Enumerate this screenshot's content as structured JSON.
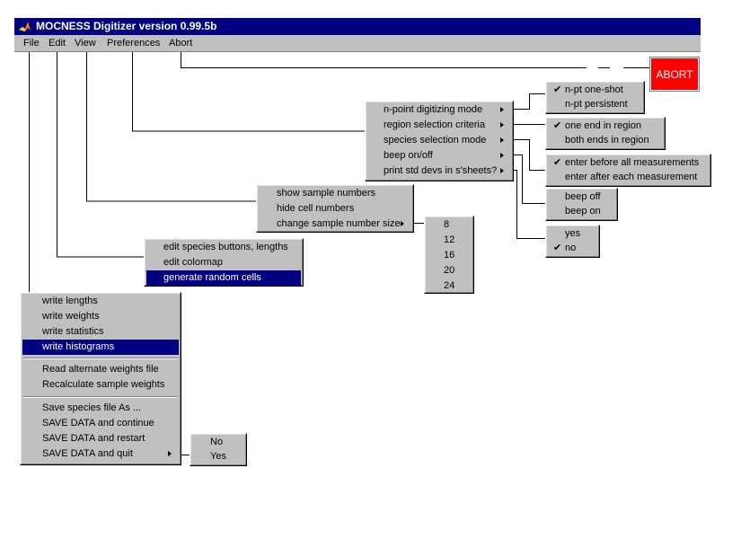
{
  "window": {
    "title": "MOCNESS Digitizer version 0.99.5b"
  },
  "menubar": {
    "items": [
      {
        "label": "File"
      },
      {
        "label": "Edit"
      },
      {
        "label": "View"
      },
      {
        "label": "Preferences"
      },
      {
        "label": "Abort"
      }
    ]
  },
  "abort_button": {
    "label": "ABORT",
    "color": "#ff0000"
  },
  "file_menu": {
    "items": [
      {
        "label": "write lengths"
      },
      {
        "label": "write weights"
      },
      {
        "label": "write statistics"
      },
      {
        "label": "write histograms",
        "selected": true
      },
      {
        "label": "Read alternate weights file"
      },
      {
        "label": "Recalculate sample weights"
      },
      {
        "label": "Save species file As ..."
      },
      {
        "label": "SAVE DATA and continue"
      },
      {
        "label": "SAVE DATA and restart"
      },
      {
        "label": "SAVE DATA and quit",
        "submenu": true
      }
    ]
  },
  "quit_submenu": {
    "items": [
      {
        "label": "No"
      },
      {
        "label": "Yes"
      }
    ]
  },
  "edit_menu": {
    "items": [
      {
        "label": "edit species buttons, lengths"
      },
      {
        "label": "edit colormap"
      },
      {
        "label": "generate random cells",
        "selected": true
      }
    ]
  },
  "view_menu": {
    "items": [
      {
        "label": "show sample numbers"
      },
      {
        "label": "hide cell numbers"
      },
      {
        "label": "change sample number size",
        "submenu": true
      }
    ]
  },
  "size_submenu": {
    "items": [
      {
        "label": "8"
      },
      {
        "label": "12"
      },
      {
        "label": "16"
      },
      {
        "label": "20"
      },
      {
        "label": "24"
      }
    ]
  },
  "preferences_menu": {
    "items": [
      {
        "label": "n-point digitizing mode",
        "submenu": true
      },
      {
        "label": "region selection criteria",
        "submenu": true
      },
      {
        "label": "species selection mode",
        "submenu": true
      },
      {
        "label": "beep on/off",
        "submenu": true
      },
      {
        "label": "print std devs in s'sheets?",
        "submenu": true
      }
    ]
  },
  "npoint_submenu": {
    "items": [
      {
        "label": "n-pt one-shot",
        "checked": true
      },
      {
        "label": "n-pt persistent"
      }
    ]
  },
  "region_submenu": {
    "items": [
      {
        "label": "one end in region",
        "checked": true
      },
      {
        "label": "both ends in region"
      }
    ]
  },
  "species_submenu": {
    "items": [
      {
        "label": "enter before all measurements",
        "checked": true
      },
      {
        "label": "enter after each measurement"
      }
    ]
  },
  "beep_submenu": {
    "items": [
      {
        "label": "beep off"
      },
      {
        "label": "beep on"
      }
    ]
  },
  "stddev_submenu": {
    "items": [
      {
        "label": "yes"
      },
      {
        "label": "no",
        "checked": true
      }
    ]
  },
  "icons": {
    "app_icon": "matlab-logo-icon",
    "check": "checkmark-icon",
    "submenu": "triangle-right-icon"
  }
}
